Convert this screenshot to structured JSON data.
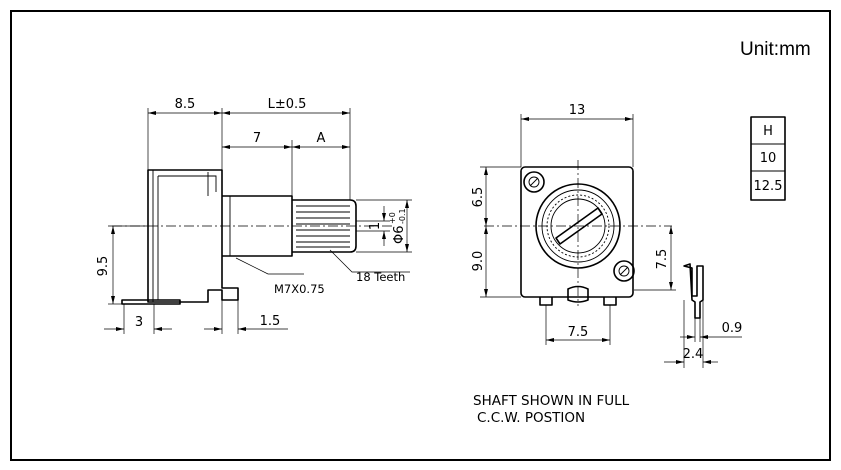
{
  "unit_label": "Unit:mm",
  "height_table": {
    "header": "H",
    "rows": [
      "10",
      "12.5"
    ]
  },
  "side_view": {
    "dims": {
      "body_length": "8.5",
      "shaft_length": "L±0.5",
      "bushing_length": "7",
      "knurl_length": "A",
      "shaft_height": "9.5",
      "pin_offset": "3",
      "tab_width": "1.5",
      "slot_width": "1",
      "shaft_diameter": "Φ6",
      "shaft_tolerance_upper": "+0",
      "shaft_tolerance_lower": "-0.1"
    },
    "callouts": {
      "thread": "M7X0.75",
      "knurl": "18 Teeth"
    }
  },
  "front_view": {
    "dims": {
      "width": "13",
      "upper_height": "6.5",
      "lower_height": "9.0",
      "right_height": "7.5",
      "pin_spacing": "7.5"
    }
  },
  "pin_detail": {
    "dims": {
      "thickness": "0.9",
      "width": "2.4"
    }
  },
  "note": {
    "line1": "SHAFT SHOWN IN FULL",
    "line2": "C.C.W. POSTION"
  }
}
